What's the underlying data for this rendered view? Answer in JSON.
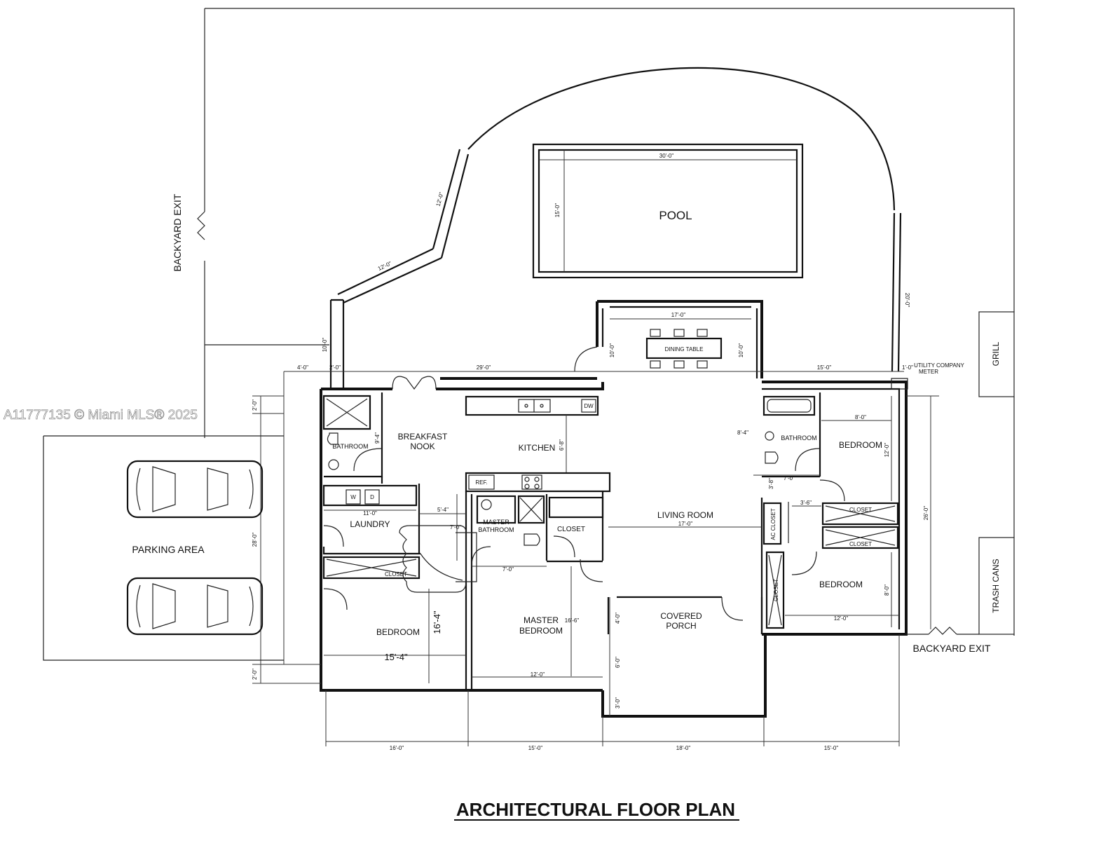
{
  "title": "ARCHITECTURAL FLOOR PLAN",
  "watermark": "A11777135 © Miami MLS® 2025",
  "rooms": {
    "pool": "POOL",
    "dining_table": "DINING TABLE",
    "kitchen": "KITCHEN",
    "breakfast_nook_line1": "BREAKFAST",
    "breakfast_nook_line2": "NOOK",
    "bathroom_left": "BATHROOM",
    "bathroom_right": "BATHROOM",
    "laundry": "LAUNDRY",
    "master_bathroom_line1": "MASTER",
    "master_bathroom_line2": "BATHROOM",
    "closet_master": "CLOSET",
    "living_room": "LIVING ROOM",
    "bedroom_top_right": "BEDROOM",
    "bedroom_mid_right": "BEDROOM",
    "bedroom_left": "BEDROOM",
    "master_bedroom_line1": "MASTER",
    "master_bedroom_line2": "BEDROOM",
    "covered_porch_line1": "COVERED",
    "covered_porch_line2": "PORCH",
    "closet_left": "CLOSET",
    "closet_right_1": "CLOSET",
    "closet_right_2": "CLOSET",
    "closet_vertical": "CLOSET",
    "ac_closet": "AC CLOSET",
    "parking_area": "PARKING AREA",
    "grill": "GRILL",
    "trash_cans": "TRASH CANS",
    "backyard_exit_left": "BACKYARD EXIT",
    "backyard_exit_right": "BACKYARD EXIT",
    "utility_meter_line1": "UTILITY COMPANY",
    "utility_meter_line2": "METER"
  },
  "fixtures": {
    "washer": "W",
    "dryer": "D",
    "refrigerator": "REF.",
    "dishwasher": "DW"
  },
  "dimensions": {
    "pool_length": "30'-0\"",
    "pool_width": "15'-0\"",
    "deck_12_a": "12'-0\"",
    "deck_12_b": "12'-0\"",
    "deck_10": "10'-0\"",
    "deck_20": "20'-0\"",
    "dining_width": "17'-0\"",
    "dining_left": "10'-0\"",
    "dining_right": "10'-0\"",
    "top_4": "4'-0\"",
    "top_2": "2'-0\"",
    "top_29": "29'-0\"",
    "top_15": "15'-0\"",
    "top_1": "1'-0\"",
    "left_2_top": "2'-0\"",
    "left_28": "28'-0\"",
    "left_2_bottom": "2'-0\"",
    "bath_9_4": "9'-4\"",
    "laundry_11": "11'-0\"",
    "kitchen_6_8": "6'-8\"",
    "hall_5_4": "5'-4\"",
    "hall_7_0": "7'-0\"",
    "master_bath_7": "7'-0\"",
    "living_17": "17'-0\"",
    "bath_right_8_4": "8'-4\"",
    "bath_right_7": "7'-0\"",
    "bath_right_3_8": "3'-8\"",
    "bed_tr_8": "8'-0\"",
    "bed_tr_12": "12'-0\"",
    "closet_3_6": "3'-6\"",
    "right_26": "26'-0\"",
    "bed_mr_8": "8'-0\"",
    "bed_mr_12": "12'-0\"",
    "bed_left_16_4": "16'-4\"",
    "bed_left_15_4": "15'-4\"",
    "master_bed_16_6": "16'-6\"",
    "master_bed_12": "12'-0\"",
    "porch_4": "4'-0\"",
    "porch_6": "6'-0\"",
    "porch_3": "3'-0\"",
    "bottom_16": "16'-0\"",
    "bottom_15_a": "15'-0\"",
    "bottom_18": "18'-0\"",
    "bottom_15_b": "15'-0\""
  }
}
